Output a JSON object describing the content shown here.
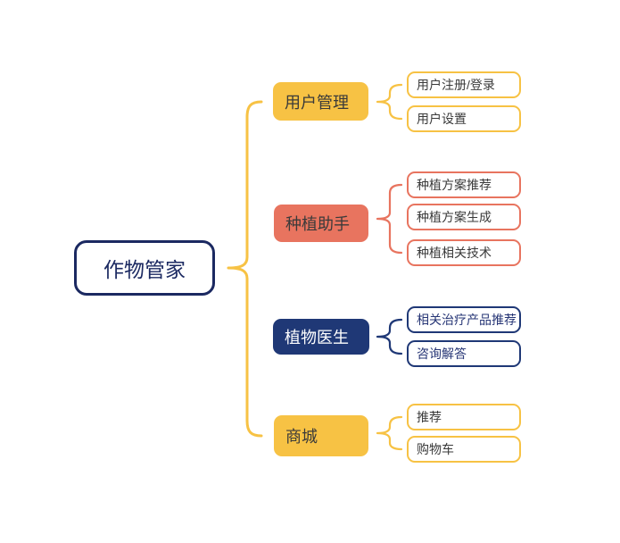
{
  "colors": {
    "yellow": "#F7C244",
    "salmon": "#E8745F",
    "navy": "#1F3876",
    "root_outline": "#1B2961",
    "dark_text": "#3A3A3A",
    "background": "#FFFFFF"
  },
  "root": {
    "label": "作物管家"
  },
  "branches": [
    {
      "label": "用户管理",
      "color": "#F7C244",
      "children": [
        "用户注册/登录",
        "用户设置"
      ]
    },
    {
      "label": "种植助手",
      "color": "#E8745F",
      "children": [
        "种植方案推荐",
        "种植方案生成",
        "种植相关技术"
      ]
    },
    {
      "label": "植物医生",
      "color": "#1F3876",
      "children": [
        "相关治疗产品推荐",
        "咨询解答"
      ]
    },
    {
      "label": "商城",
      "color": "#F7C244",
      "children": [
        "推荐",
        "购物车"
      ]
    }
  ]
}
